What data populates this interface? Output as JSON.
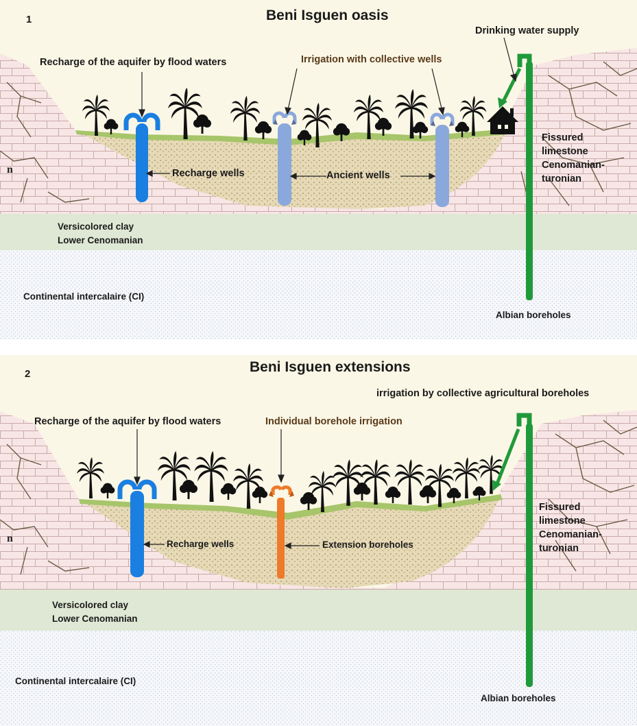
{
  "panel1": {
    "number": "1",
    "title": "Beni Isguen oasis",
    "labels": {
      "recharge_flood": "Recharge of the aquifer by flood waters",
      "irrigation_collective_wells": "Irrigation with collective wells",
      "drinking_water": "Drinking water supply",
      "recharge_wells": "Recharge wells",
      "ancient_wells": "Ancient wells",
      "fissured_limestone": "Fissured\nlimestone\nCenomanian-\nturonian",
      "versicolored_clay": "Versicolored clay\nLower Cenomanian",
      "continental": "Continental intercalaire (CI)",
      "albian": "Albian boreholes"
    }
  },
  "panel2": {
    "number": "2",
    "title": "Beni Isguen extensions",
    "labels": {
      "irrigation_collective_boreholes": "irrigation by collective agricultural boreholes",
      "recharge_flood": "Recharge of the aquifer by flood waters",
      "individual_borehole": "Individual borehole irrigation",
      "recharge_wells": "Recharge wells",
      "extension_boreholes": "Extension boreholes",
      "fissured_limestone": "Fissured\nlimestone\nCenomanian-\nturonian",
      "versicolored_clay": "Versicolored clay\nLower Cenomanian",
      "continental": "Continental intercalaire (CI)",
      "albian": "Albian boreholes"
    }
  },
  "colors": {
    "background": "#fbf7e6",
    "limestone": "#f7e3e3",
    "clay": "#dfe8d4",
    "ci_sand": "#f4f6fa",
    "valley_fill": "#e3d6b3",
    "grass": "#a7c56a",
    "recharge_well": "#1a7fe0",
    "ancient_well": "#8aa8dc",
    "extension_borehole": "#ee7a2a",
    "albian_borehole": "#1f9a3a"
  }
}
